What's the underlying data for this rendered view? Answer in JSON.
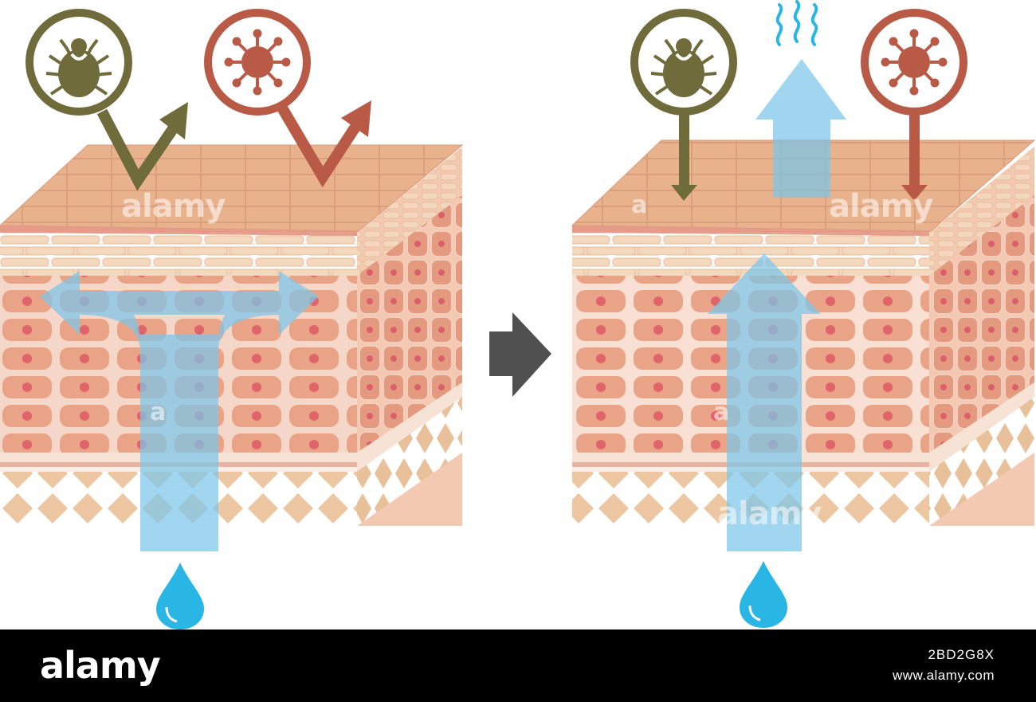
{
  "watermark": {
    "brand": "alamy",
    "marks": [
      "alamy",
      "alamy",
      "alamy",
      "a",
      "a",
      "a"
    ]
  },
  "footer": {
    "logo": "alamy",
    "image_id": "2BD2G8X",
    "url": "www.alamy.com"
  },
  "colors": {
    "mite": "#6f6b3a",
    "virus": "#b85a45",
    "water": "#7cc6ea",
    "drop": "#29b6e4",
    "arrow": "#505050",
    "skin_top": "#e9b28b",
    "cells": "#e8a083",
    "fat": "#e9c9a3"
  },
  "icons": {
    "left_mite": "mite-icon",
    "left_virus": "virus-icon",
    "right_mite": "mite-icon",
    "right_virus": "virus-icon",
    "heat": "heat-waves-icon",
    "drop": "water-drop-icon",
    "transition": "chevron-right-arrow-icon"
  }
}
